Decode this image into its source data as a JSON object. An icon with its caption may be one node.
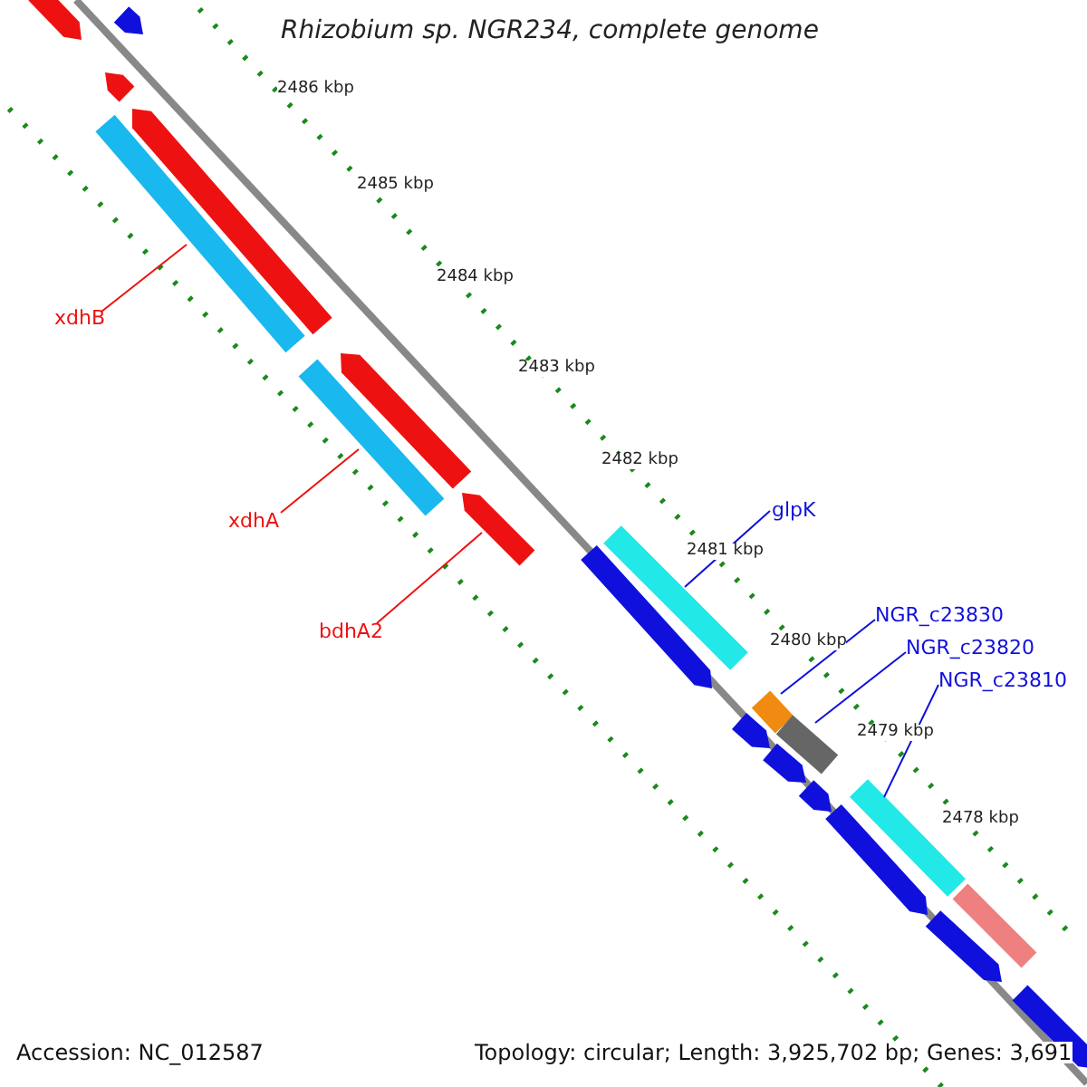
{
  "diagram": {
    "title": "Rhizobium sp. NGR234, complete genome",
    "nodes": [
      {
        "text": [
          "xdhB"
        ]
      },
      {
        "text": [
          "xdhA"
        ]
      },
      {
        "text": [
          "bdhA2"
        ]
      },
      {
        "text": [
          "glpK"
        ]
      },
      {
        "text": [
          "NGR_c23830"
        ]
      },
      {
        "text": [
          "NGR_c23820"
        ]
      },
      {
        "text": [
          "NGR_c23810"
        ]
      },
      {
        "text": [],
        "shape": "bar"
      },
      {
        "text": [],
        "shape": "bar"
      },
      {
        "text": [],
        "shape": "bar"
      },
      {
        "text": [],
        "shape": "bar"
      },
      {
        "text": [],
        "shape": "bar"
      },
      {
        "text": [],
        "shape": "bar"
      },
      {
        "text": [],
        "shape": "bar"
      },
      {
        "text": [],
        "shape": "bar"
      },
      {
        "text": [],
        "shape": "bar"
      },
      {
        "text": [],
        "shape": "bar"
      },
      {
        "text": [],
        "shape": "bar"
      },
      {
        "text": [],
        "shape": "bar"
      },
      {
        "text": [],
        "shape": "bar"
      },
      {
        "text": [],
        "shape": "bar"
      },
      {
        "text": [],
        "shape": "bar"
      },
      {
        "text": [],
        "shape": "bar"
      },
      {
        "text": [],
        "shape": "bar"
      },
      {
        "text": [],
        "shape": "bar"
      },
      {
        "text": [],
        "shape": "bar"
      },
      {
        "text": [],
        "shape": "bar"
      }
    ],
    "edges": [
      {
        "from": 0,
        "to": 7,
        "arrow": "none",
        "color": "#ee1111"
      },
      {
        "from": 1,
        "to": 8,
        "arrow": "none",
        "color": "#ee1111"
      },
      {
        "from": 2,
        "to": 9,
        "arrow": "none",
        "color": "#ee1111"
      },
      {
        "from": 3,
        "to": 10,
        "arrow": "none"
      },
      {
        "from": 4,
        "to": 11,
        "arrow": "none"
      },
      {
        "from": 5,
        "to": 12,
        "arrow": "none"
      },
      {
        "from": 6,
        "to": 13,
        "arrow": "none"
      }
    ],
    "labels": [
      "2486 kbp",
      "2485 kbp",
      "2484 kbp",
      "2483 kbp",
      "2482 kbp",
      "2481 kbp",
      "2480 kbp",
      "2479 kbp",
      "2478 kbp",
      "Accession: NC_012587",
      "Topology: circular; Length: 3,925,702 bp; Genes: 3,691"
    ]
  }
}
